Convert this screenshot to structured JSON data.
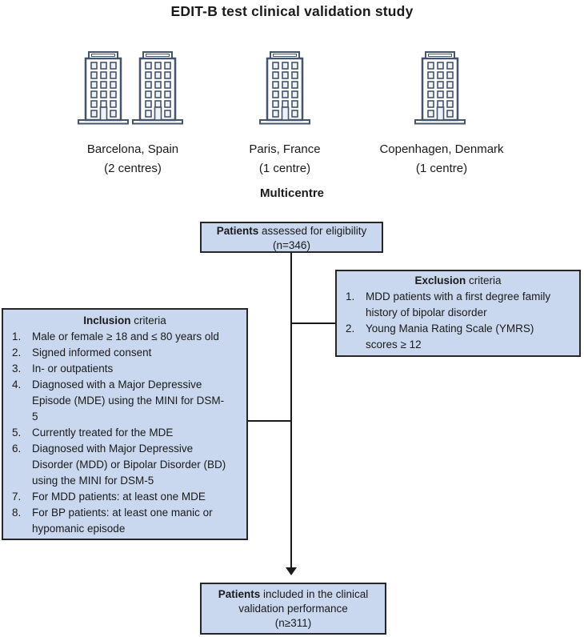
{
  "title": "EDIT-B test clinical validation study",
  "multicentre_label": "Multicentre",
  "sites": [
    {
      "city": "Barcelona, Spain",
      "centres": "(2 centres)"
    },
    {
      "city": "Paris, France",
      "centres": "(1 centre)"
    },
    {
      "city": "Copenhagen, Denmark",
      "centres": "(1 centre)"
    }
  ],
  "flow": {
    "eligibility": {
      "lead_bold": "Patients",
      "lead_rest": " assessed for eligibility",
      "count": "(n=346)"
    },
    "exclusion": {
      "title_bold": "Exclusion",
      "title_rest": " criteria",
      "items": [
        "MDD patients with a first degree family history of bipolar disorder",
        "Young Mania Rating Scale (YMRS) scores ≥ 12"
      ]
    },
    "inclusion": {
      "title_bold": "Inclusion",
      "title_rest": " criteria",
      "items": [
        "Male or female ≥ 18 and ≤ 80 years old",
        "Signed informed consent",
        "In- or outpatients",
        "Diagnosed with a Major Depressive Episode (MDE) using the MINI for DSM-5",
        "Currently treated for the MDE",
        "Diagnosed with Major Depressive Disorder (MDD) or Bipolar Disorder (BD) using the MINI for DSM-5",
        "For MDD patients: at least one MDE",
        "For BP patients: at least one manic or hypomanic episode"
      ]
    },
    "included": {
      "lead_bold": "Patients",
      "lead_rest": " included in the clinical validation performance",
      "count": "(n≥311)"
    }
  },
  "colors": {
    "box_fill": "#c9d8ee",
    "box_border": "#262626",
    "building_stroke": "#44546a",
    "line_color": "#1a1a1a"
  }
}
